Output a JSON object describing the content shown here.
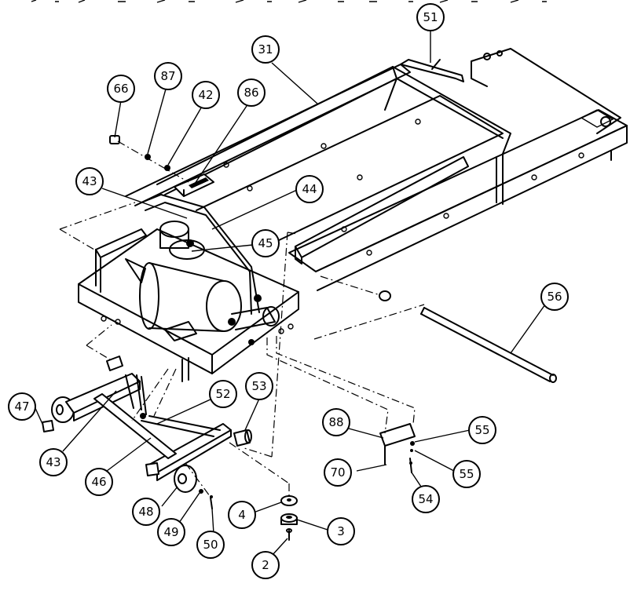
{
  "callouts": [
    {
      "id": "c51",
      "label": "51"
    },
    {
      "id": "c31",
      "label": "31"
    },
    {
      "id": "c66",
      "label": "66"
    },
    {
      "id": "c87",
      "label": "87"
    },
    {
      "id": "c42",
      "label": "42"
    },
    {
      "id": "c86",
      "label": "86"
    },
    {
      "id": "c43a",
      "label": "43"
    },
    {
      "id": "c44",
      "label": "44"
    },
    {
      "id": "c45",
      "label": "45"
    },
    {
      "id": "c56",
      "label": "56"
    },
    {
      "id": "c47",
      "label": "47"
    },
    {
      "id": "c43b",
      "label": "43"
    },
    {
      "id": "c52",
      "label": "52"
    },
    {
      "id": "c53",
      "label": "53"
    },
    {
      "id": "c46",
      "label": "46"
    },
    {
      "id": "c88",
      "label": "88"
    },
    {
      "id": "c55a",
      "label": "55"
    },
    {
      "id": "c55b",
      "label": "55"
    },
    {
      "id": "c70",
      "label": "70"
    },
    {
      "id": "c54",
      "label": "54"
    },
    {
      "id": "c48",
      "label": "48"
    },
    {
      "id": "c49",
      "label": "49"
    },
    {
      "id": "c50",
      "label": "50"
    },
    {
      "id": "c4",
      "label": "4"
    },
    {
      "id": "c3",
      "label": "3"
    },
    {
      "id": "c2",
      "label": "2"
    }
  ]
}
